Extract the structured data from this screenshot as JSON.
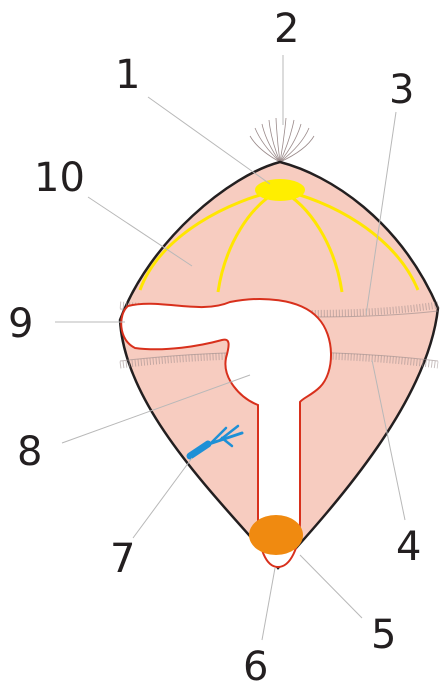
{
  "labels": {
    "n1": "1",
    "n2": "2",
    "n3": "3",
    "n4": "4",
    "n5": "5",
    "n6": "6",
    "n7": "7",
    "n8": "8",
    "n9": "9",
    "n10": "10"
  },
  "colors": {
    "body_fill": "#f7ccc0",
    "body_outline": "#231f20",
    "gut_outline": "#d8301c",
    "nerve": "#ffe600",
    "apical_organ": "#ffee00",
    "band_cilia": "#9a8a8a",
    "protonephridium": "#1e90d6",
    "anus_mass": "#f08a10",
    "leader": "#b8b8b8"
  }
}
